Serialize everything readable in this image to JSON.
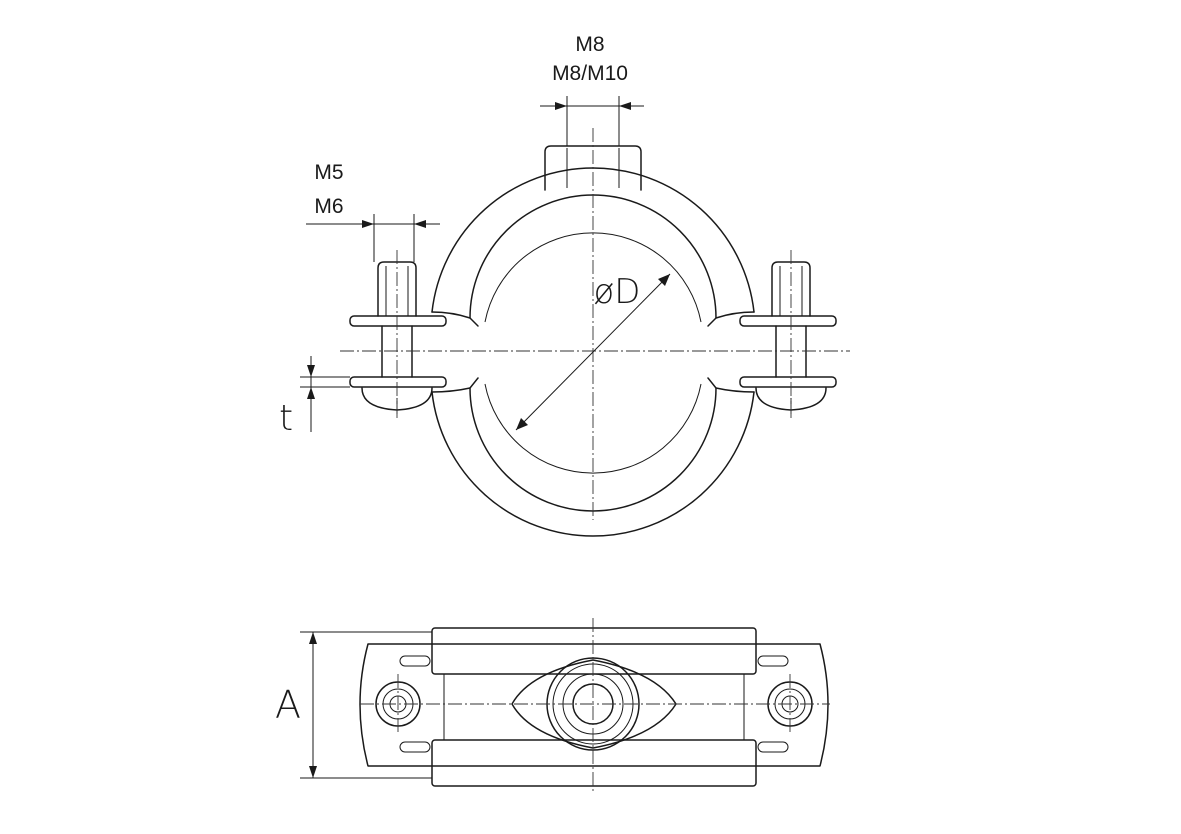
{
  "labels": {
    "nut_thread_top": "M8",
    "nut_thread_bottom": "M8/M10",
    "screw_thread_top": "M5",
    "screw_thread_bottom": "M6",
    "thickness": "t",
    "diameter": "øD",
    "width": "A"
  }
}
